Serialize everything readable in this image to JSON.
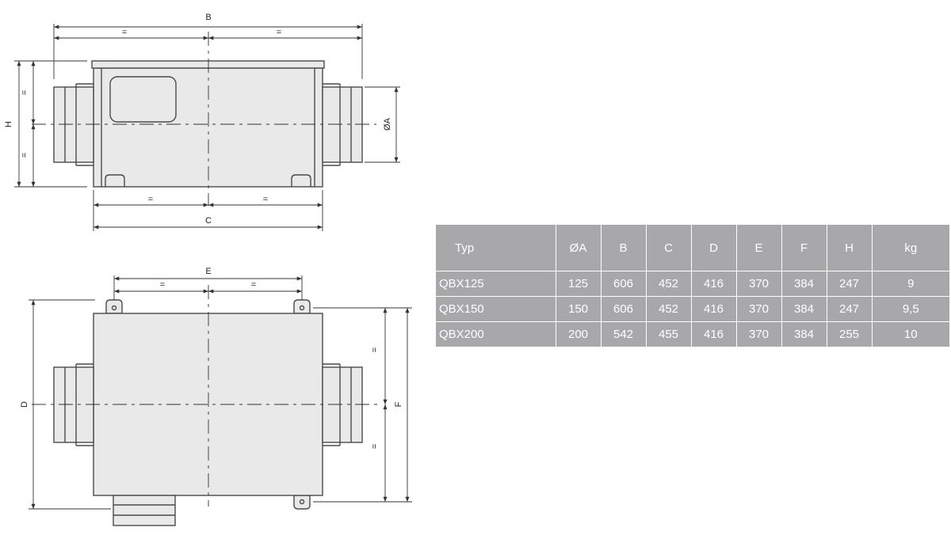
{
  "top_view": {
    "dim_b": "B",
    "dim_c": "C",
    "dim_h": "H",
    "dim_oa": "ØA",
    "equal": "="
  },
  "bottom_view": {
    "dim_e": "E",
    "dim_d": "D",
    "dim_f": "F",
    "equal": "="
  },
  "table": {
    "headers": [
      "Typ",
      "ØA",
      "B",
      "C",
      "D",
      "E",
      "F",
      "H",
      "kg"
    ],
    "rows": [
      [
        "QBX125",
        "125",
        "606",
        "452",
        "416",
        "370",
        "384",
        "247",
        "9"
      ],
      [
        "QBX150",
        "150",
        "606",
        "452",
        "416",
        "370",
        "384",
        "247",
        "9,5"
      ],
      [
        "QBX200",
        "200",
        "542",
        "455",
        "416",
        "370",
        "384",
        "255",
        "10"
      ]
    ]
  },
  "colors": {
    "table_background": "#a8a8aa",
    "table_text": "#ffffff",
    "drawing_line": "#4a4a4a"
  }
}
